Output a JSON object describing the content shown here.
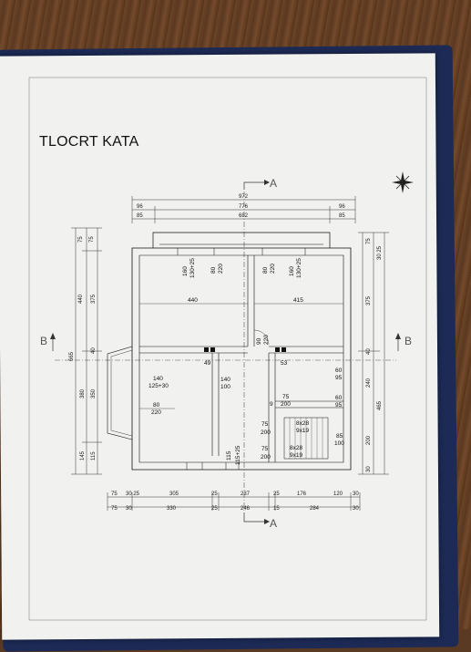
{
  "page": {
    "title": "TLOCRT KATA"
  },
  "section_marks": {
    "a": "A",
    "b": "B"
  },
  "top_dims": {
    "total": "972",
    "inner": "776",
    "inner2": "682",
    "left1": "96",
    "left2": "85",
    "right1": "96",
    "right2": "85"
  },
  "left_dims": [
    "75",
    "75",
    "440",
    "375",
    "40",
    "665",
    "380",
    "350",
    "145",
    "115"
  ],
  "right_dims": [
    "75",
    "30 25",
    "375",
    "40",
    "465",
    "240",
    "200",
    "30"
  ],
  "bottom_row1": [
    "75",
    "30 25",
    "305",
    "25",
    "237",
    "25",
    "176",
    "120",
    "30"
  ],
  "bottom_row2": [
    "75",
    "30",
    "330",
    "25",
    "246",
    "15",
    "284",
    "30"
  ],
  "rooms": [
    {
      "w": "160",
      "h": "130+25"
    },
    {
      "w": "80",
      "h": "220"
    },
    {
      "w": "80",
      "h": "220"
    },
    {
      "w": "160",
      "h": "130+25"
    }
  ],
  "room_widths": {
    "left": "440",
    "right": "415"
  },
  "labels": {
    "w140a": "140",
    "h125": "125+30",
    "w80": "80",
    "h220": "220",
    "w140b": "140",
    "h100": "100",
    "w49": "49",
    "w53": "53",
    "w90": "90",
    "h220b": "220",
    "w75": "75",
    "h200": "200",
    "w9": "9",
    "w60a": "60",
    "h95a": "95",
    "w60b": "60",
    "h95b": "95",
    "s75a": "75",
    "s200a": "200",
    "s75b": "75",
    "s200b": "200",
    "st1": "8x28",
    "st1b": "9x19",
    "st2": "8x28",
    "st2b": "9x19",
    "w85": "85",
    "h100b": "100",
    "d115": "115",
    "d115b": "115+25"
  }
}
